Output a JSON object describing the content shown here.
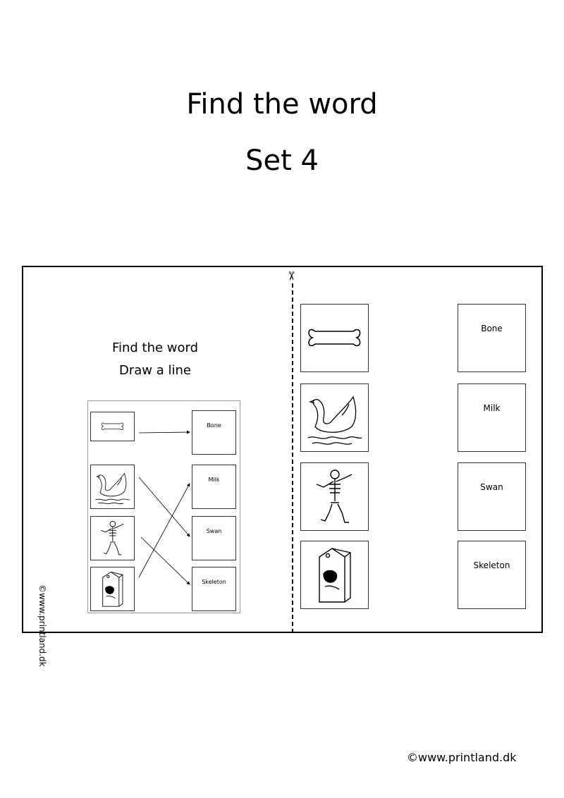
{
  "title": "Find the word",
  "subtitle": "Set 4",
  "instructions": {
    "line1": "Find the word",
    "line2": "Draw a line"
  },
  "words": [
    "Bone",
    "Milk",
    "Swan",
    "Skeleton"
  ],
  "pictures": [
    "bone-icon",
    "swan-icon",
    "skeleton-icon",
    "milk-carton-icon"
  ],
  "credit_vertical": "©www.printland.dk",
  "footer": "©www.printland.dk"
}
